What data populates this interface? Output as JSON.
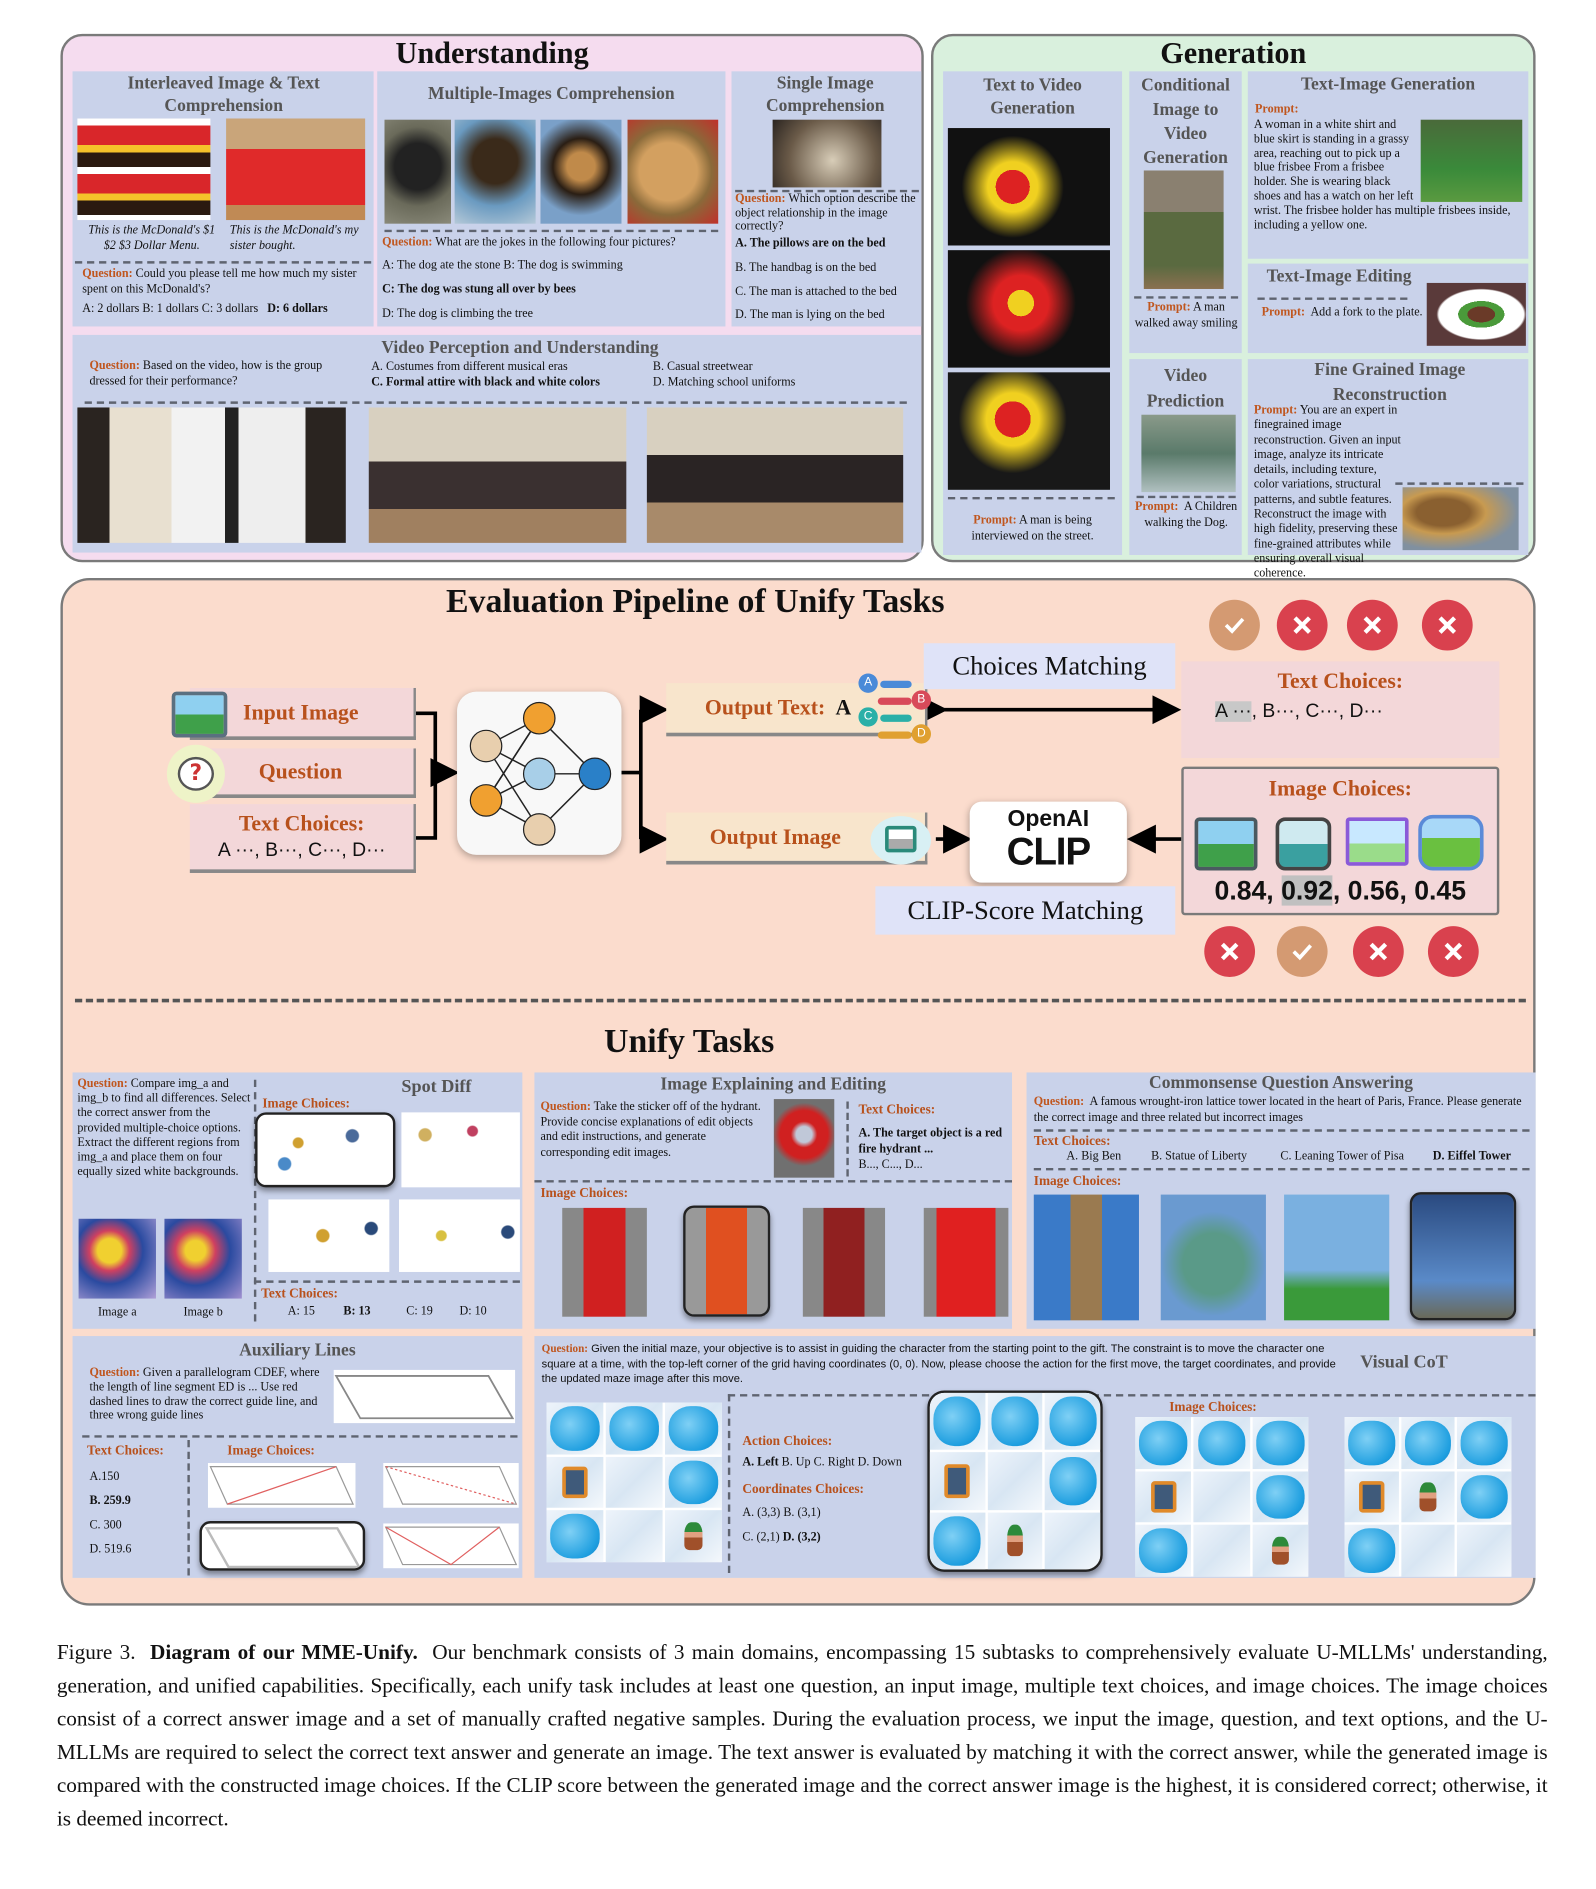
{
  "understanding": {
    "title": "Understanding",
    "interleaved": {
      "title": "Interleaved Image & Text Comprehension",
      "captions": [
        "This is the McDonald's $1 $2 $3 Dollar Menu.",
        "This is the McDonald's my sister bought."
      ],
      "question_label": "Question:",
      "question": "Could you please tell me how much my sister spent on this McDonald's?",
      "choices": "A: 2 dollars B: 1 dollars C: 3 dollars",
      "answer": "D: 6 dollars"
    },
    "multi": {
      "title": "Multiple-Images Comprehension",
      "question_label": "Question:",
      "question": "What are the jokes in the following four pictures?",
      "choices": [
        "A: The dog ate the stone B: The dog is swimming",
        "C: The dog was stung all over by bees",
        "D: The dog is climbing the tree"
      ]
    },
    "single": {
      "title": "Single Image Comprehension",
      "question_label": "Question:",
      "question": "Which option describe the object relationship in the image correctly?",
      "choices": [
        "A. The pillows are on the bed",
        "B. The handbag is on the bed",
        "C. The man is attached to the bed",
        "D. The man is lying on the bed"
      ]
    },
    "video": {
      "title": "Video Perception and Understanding",
      "question_label": "Question:",
      "question": "Based on the video, how is the group dressed for their performance?",
      "choices": [
        "A. Costumes from different musical eras",
        "B. Casual streetwear",
        "C. Formal attire with black and white colors",
        "D. Matching school uniforms"
      ]
    }
  },
  "generation": {
    "title": "Generation",
    "prompt_label": "Prompt:",
    "t2v": {
      "title": "Text to Video Generation",
      "prompt": "A man is being interviewed on the street."
    },
    "ci2v": {
      "title": "Conditional Image to Video Generation",
      "prompt": "A man walked away smiling"
    },
    "tig": {
      "title": "Text-Image Generation",
      "prompt": "A woman in a white shirt and blue skirt is standing in a grassy area, reaching out to pick up a blue frisbee From a frisbee holder. She is wearing black shoes and has a watch on her left wrist. The frisbee holder has multiple frisbees inside, including a yellow one."
    },
    "tie": {
      "title": "Text-Image Editing",
      "prompt": "Add a fork to the plate."
    },
    "vp": {
      "title": "Video Prediction",
      "prompt": "A Children walking the Dog."
    },
    "fg": {
      "title": "Fine Grained Image Reconstruction",
      "prompt": "You are an expert in finegrained image reconstruction. Given an input image, analyze its intricate details, including texture, color variations, structural patterns, and subtle features. Reconstruct the image with high fidelity, preserving these fine-grained attributes while ensuring overall visual coherence."
    }
  },
  "pipeline": {
    "title": "Evaluation Pipeline of Unify Tasks",
    "input_image": "Input Image",
    "question": "Question",
    "text_choices_label": "Text Choices:",
    "text_choices_value": "A ···, B···, C···, D···",
    "output_text_label": "Output Text:",
    "output_text_value": "A",
    "badge_letters": [
      "A",
      "B",
      "C",
      "D"
    ],
    "output_image_label": "Output Image",
    "choices_matching": "Choices Matching",
    "clip_matching": "CLIP-Score Matching",
    "clip_logo": {
      "brand": "OpenAI",
      "name": "CLIP"
    },
    "right_text_choices": {
      "label": "Text Choices:",
      "highlight": "A ···",
      "rest": ", B···, C···, D···"
    },
    "image_choices": {
      "label": "Image Choices:",
      "scores": [
        "0.84",
        "0.92",
        "0.56",
        "0.45"
      ],
      "highlight_index": 1
    },
    "text_results": [
      "correct",
      "wrong",
      "wrong",
      "wrong"
    ],
    "image_results": [
      "wrong",
      "correct",
      "wrong",
      "wrong"
    ],
    "colors": {
      "correct": "#d49a72",
      "wrong": "#d9414e",
      "accent": "#b8511c"
    }
  },
  "unify": {
    "title": "Unify Tasks",
    "question_label": "Question:",
    "text_choices_label": "Text Choices:",
    "image_choices_label": "Image Choices:",
    "spot_diff": {
      "title": "Spot Diff",
      "question": "Compare img_a and img_b to find all differences. Select the correct answer from the provided multiple-choice options. Extract the different regions from img_a and place them on four equally sized white backgrounds.",
      "image_labels": [
        "Image a",
        "Image b"
      ],
      "choices": [
        "A: 15",
        "B: 13",
        "C: 19",
        "D: 10"
      ],
      "answer_index": 1
    },
    "explain_edit": {
      "title": "Image Explaining and Editing",
      "question": "Take the sticker off of the hydrant. Provide concise explanations of edit objects and edit instructions, and generate corresponding edit images.",
      "answer": "A. The target object is a red fire hydrant ...",
      "others": "B..., C..., D..."
    },
    "commonsense": {
      "title": "Commonsense Question Answering",
      "question": "A famous wrought-iron lattice tower located in the heart of Paris, France. Please generate the correct image and three related but incorrect images",
      "choices": [
        "A. Big Ben",
        "B. Statue of Liberty",
        "C. Leaning Tower of Pisa",
        "D. Eiffel Tower"
      ],
      "answer_index": 3
    },
    "aux_lines": {
      "title": "Auxiliary Lines",
      "question": "Given a parallelogram CDEF, where the length of line segment ED is ... Use red dashed lines to draw the correct guide line, and three wrong guide lines",
      "choices": [
        "A.150",
        "B. 259.9",
        "C. 300",
        "D. 519.6"
      ],
      "answer_index": 1
    },
    "visual_cot": {
      "title": "Visual CoT",
      "question": "Given the initial maze, your objective is to assist in guiding the character from the starting point to the gift. The constraint is to move the character one square at a time, with the top-left corner of the grid having coordinates (0, 0). Now, please choose the action for the first move, the target coordinates, and provide the updated maze image after this move.",
      "action_label": "Action Choices:",
      "action_answer": "A. Left",
      "action_others": "B. Up C. Right D. Down",
      "coord_label": "Coordinates Choices:",
      "coord_line1": "A. (3,3) B. (3,1)",
      "coord_line2_plain": "C. (2,1)",
      "coord_line2_answer": "D. (3,2)",
      "mazes": {
        "initial": [
          [
            "ice",
            "ice",
            "ice"
          ],
          [
            "gift",
            "snow",
            "ice"
          ],
          [
            "ice",
            "snow",
            "elf"
          ]
        ],
        "choice_correct": [
          [
            "ice",
            "ice",
            "ice"
          ],
          [
            "gift",
            "snow",
            "ice"
          ],
          [
            "ice",
            "elf",
            "snow"
          ]
        ],
        "choice_2": [
          [
            "ice",
            "ice",
            "ice"
          ],
          [
            "gift",
            "snow",
            "ice"
          ],
          [
            "ice",
            "snow",
            "elf"
          ]
        ],
        "choice_3": [
          [
            "ice",
            "ice",
            "ice"
          ],
          [
            "gift",
            "elf",
            "ice"
          ],
          [
            "ice",
            "snow",
            "snow"
          ]
        ]
      }
    }
  },
  "caption": {
    "figure": "Figure 3.",
    "title": "Diagram of our MME-Unify.",
    "text": "Our benchmark consists of 3 main domains, encompassing 15 subtasks to comprehensively evaluate U-MLLMs' understanding, generation, and unified capabilities. Specifically, each unify task includes at least one question, an input image, multiple text choices, and image choices. The image choices consist of a correct answer image and a set of manually crafted negative samples. During the evaluation process, we input the image, question, and text options, and the U-MLLMs are required to select the correct text answer and generate an image. The text answer is evaluated by matching it with the correct answer, while the generated image is compared with the constructed image choices. If the CLIP score between the generated image and the correct answer image is the highest, it is considered correct; otherwise, it is deemed incorrect."
  }
}
